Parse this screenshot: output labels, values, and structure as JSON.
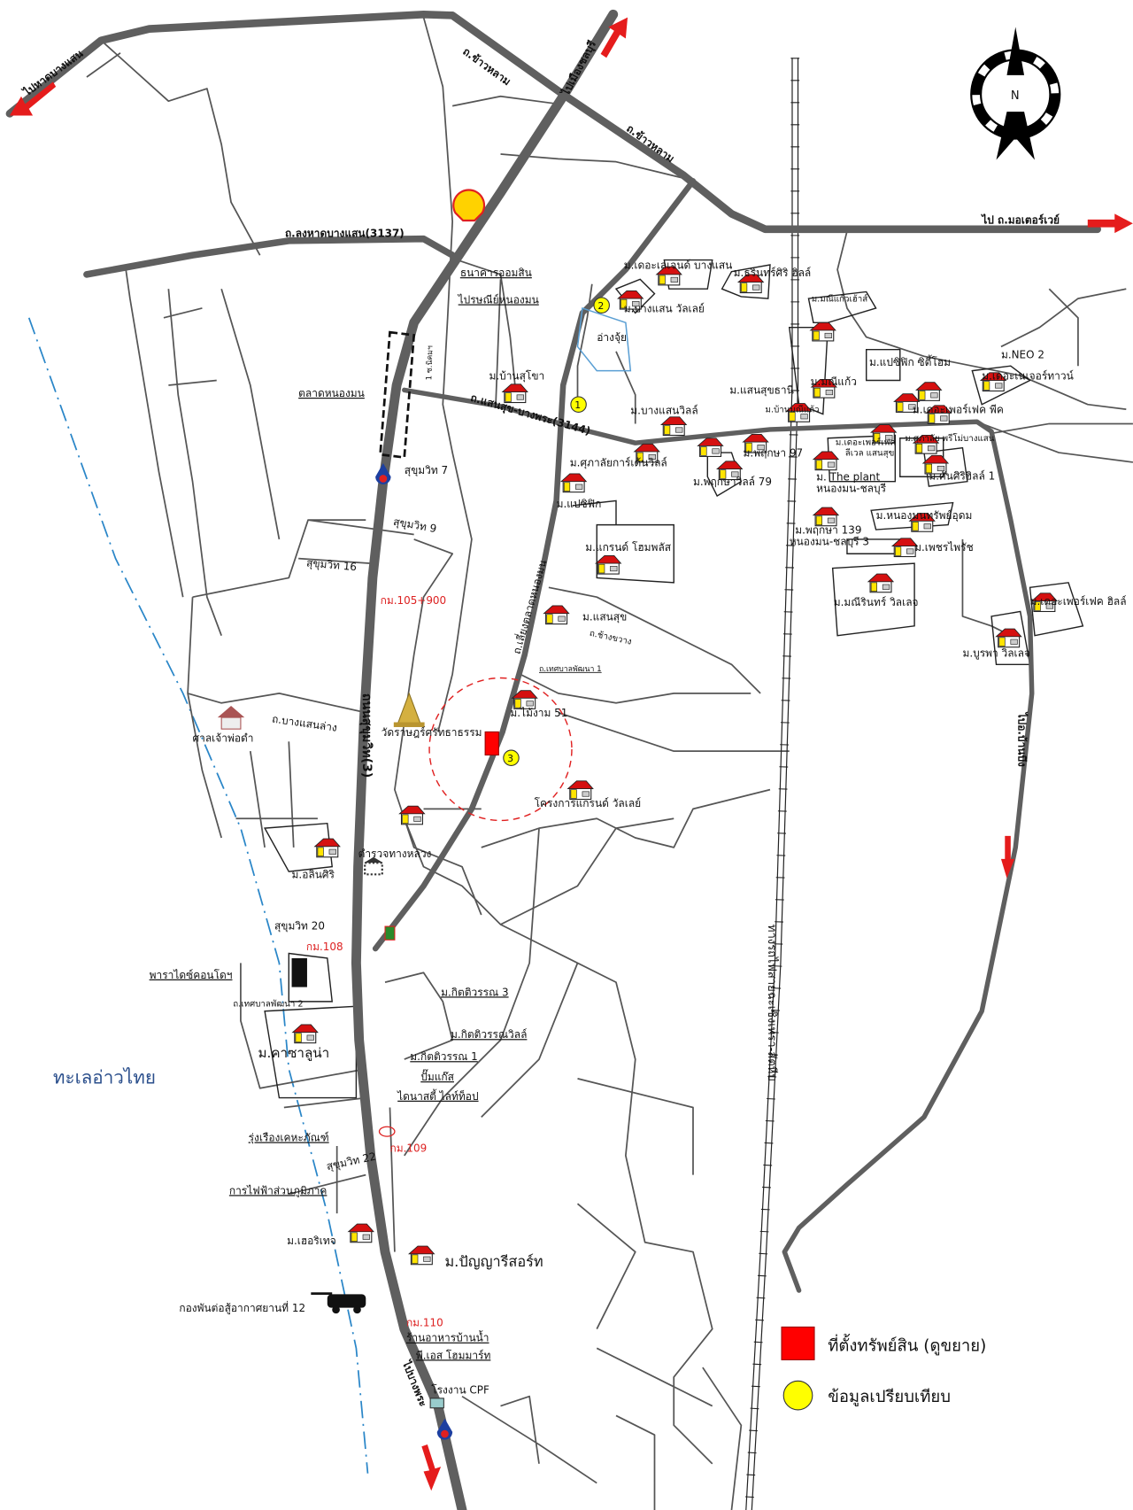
{
  "colors": {
    "road": "#5f5f5f",
    "arrow": "#e51c1c",
    "subject": "#ff0000",
    "comparable": "#ffff00",
    "coast": "#2a86c8",
    "km": "#d22222"
  },
  "compass": {
    "north": "N"
  },
  "directions": {
    "to_bangsaen": "ไปหาดบางแสน",
    "to_chonburi": "ไปเมืองชลบุรี",
    "to_motorway": "ไป ถ.มอเตอร์เวย์",
    "to_bangphra": "ไปบางพระ",
    "to_banbueng": "ไปอ.บ้านบึง"
  },
  "roads": {
    "khaolam_1": "ถ.ข้าวหลาม",
    "khaolam_2": "ถ.ข้าวหลาม",
    "bangsaen_3137": "ถ.ลงหาดบางแสน(3137)",
    "saensuk_3144": "ถ.แสนสุข-บางพระ(3144)",
    "sukhumvit": "ถนนสุขุมวิท(3)",
    "bypass": "ถ.เลี่ยงตลาดหนองมน",
    "railway": "ทางรถไฟสายฉะเชิงเทรา-สัตหีบ",
    "soi_7": "สุขุมวิท 7",
    "soi_9": "สุขุมวิท 9",
    "soi_16": "สุขุมวิท 16",
    "soi_20": "สุขุมวิท 20",
    "soi_22": "สุขุมวิท 22",
    "bangsaen_lang": "ถ.บางแสนล่าง",
    "chang_khwang": "ถ.ช้างขวาง",
    "thetsaban_1": "ถ.เทศบาลพัฒนา 1",
    "thetsaban_2": "ถ.เทศบาลพัฒนา 2",
    "soi_1": "1 ซ.นิคมฯ"
  },
  "km_markers": [
    "กม.105+900",
    "กม.108",
    "กม.109",
    "กม.110"
  ],
  "sea": "ทะเลอ่าวไทย",
  "places": {
    "gsb": "ธนาคารออมสิน",
    "post": "ไปรษณีย์หนองมน",
    "market": "ตลาดหนองมน",
    "ban_sukhon": "ม.บ้านสุโขา",
    "shrine": "ศาลเจ้าพ่อดำ",
    "temple": "วัดราษฎร์ศรัทธาธรรม",
    "maingam": "ม.ไม้งาม 51",
    "grand_valley": "โครงการแกรนด์ วัลเลย์",
    "saensuk": "ม.แสนสุข",
    "grand_home": "ม.แกรนด์ โฮมพลัส",
    "pacific": "ม.แปซิฟิก",
    "police": "ตำรวจทางหลวง",
    "alinsiri": "ม.อลินศิริ",
    "paradise": "พาราไดซ์คอนโดฯ",
    "kitti_3": "ม.กิตติวรรณ 3",
    "kitti_ville": "ม.กิตติวรรณวิลล์",
    "kitti_1": "ม.กิตติวรรณ 1",
    "gas": "ปั๊มแก๊ส",
    "dynasty": "ไดนาสตี้ ไลท์ท็อป",
    "casaluna": "ม.คาซาลูน่า",
    "rungrueang": "รุ่งเรืองเคหะภัณฑ์",
    "pea": "การไฟฟ้าส่วนภูมิภาค",
    "heritage": "ม.เฮอริเทจ",
    "panya": "ม.ปัญญารีสอร์ท",
    "army": "กองพันต่อสู้อากาศยานที่ 12",
    "restaurant": "ร้านอาหารบ้านน้ำ",
    "ps_home": "พี.เอส โฮมมาร์ท",
    "cpf": "โรงงาน CPF",
    "legend_bangsaen": "ม.เดอะเลเจนด์ บางแสน",
    "tharin": "ม.ธรินทร์ศิริ ฮิลล์",
    "bangsaen_valley": "ม.บางแสน วัลเลย์",
    "ang_jui": "อ่างจุ้ย",
    "manee_house": "ม.มณีแก้วเฮ้าส์",
    "pacific_city": "ม.แปซิฟิก ซิตี้โฮม",
    "neo2": "ม.NEO 2",
    "nature": "ม.เดอะเนเจอร์ทาวน์",
    "maneekaew": "ม.มณีแก้ว",
    "ban_maneekaew": "ม.บ้านมณีแก้ว",
    "perfect_peak": "ม.เดอะเพอร์เฟค พีค",
    "saensuk_thani": "ม.แสนสุขธานี",
    "bangsaen_ville": "ม.บางแสนวิลล์",
    "supalai_garden": "ม.ศุภาลัยการ์เด้นวิลล์",
    "pruksa_97": "ม.พฤกษา 97",
    "pruksa_79": "ม.พฤกษาวิลล์ 79",
    "perfect_level": "ม.เดอะเพอร์เฟค",
    "perfect_level_2": "ลีเวล แสนสุข",
    "supalai_primo": "ม.ศุภาลัย พรีโม่บางแสน",
    "plant": "ม. The plant",
    "plant_2": "หนองมน-ชลบุรี",
    "sansiri": "ม.ศันศิริฮิลล์ 1",
    "nongmon_sap": "ม.หนองมนทรัพย์อุดม",
    "pruksa_139": "ม.พฤกษา 139",
    "pruksa_139_2": "หนองมน-ชลบุรี 3",
    "phet": "ม.เพชรไพรัช",
    "manirin": "ม.มณีรินทร์ วิลเลจ",
    "perfect_hill": "ม.เดอะเพอร์เฟค ฮิลล์",
    "burapha": "ม.บูรพา วิลเลจ"
  },
  "comparables": [
    "1",
    "2",
    "3"
  ],
  "legend": {
    "subject": "ที่ตั้งทรัพย์สิน (ดูขยาย)",
    "comparable": "ข้อมูลเปรียบเทียบ"
  }
}
